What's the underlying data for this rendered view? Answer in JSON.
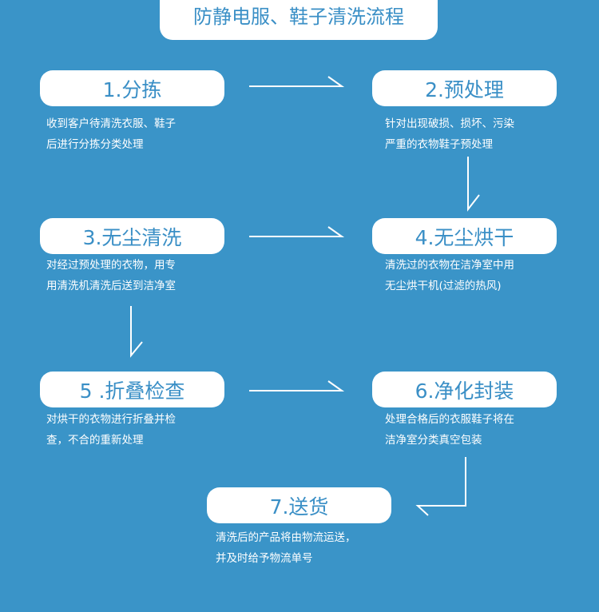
{
  "title": "防静电服、鞋子清洗流程",
  "steps": [
    {
      "label": "1.分拣",
      "lines": [
        "收到客户待清洗衣服、鞋子",
        "后进行分拣分类处理"
      ]
    },
    {
      "label": "2.预处理",
      "lines": [
        "针对出现破损、损坏、污染",
        "严重的衣物鞋子预处理"
      ]
    },
    {
      "label": "3.无尘清洗",
      "lines": [
        "对经过预处理的衣物，用专",
        "用清洗机清洗后送到洁净室"
      ]
    },
    {
      "label": "4.无尘烘干",
      "lines": [
        "清洗过的衣物在洁净室中用",
        "无尘烘干机(过滤的热风)"
      ]
    },
    {
      "label": "5 .折叠检查",
      "lines": [
        "对烘干的衣物进行折叠并检",
        "查，不合的重新处理"
      ]
    },
    {
      "label": "6.净化封装",
      "lines": [
        "处理合格后的衣服鞋子将在",
        "洁净室分类真空包装"
      ]
    },
    {
      "label": "7.送货",
      "lines": [
        "清洗后的产品将由物流运送，",
        "并及时给予物流单号"
      ]
    }
  ]
}
